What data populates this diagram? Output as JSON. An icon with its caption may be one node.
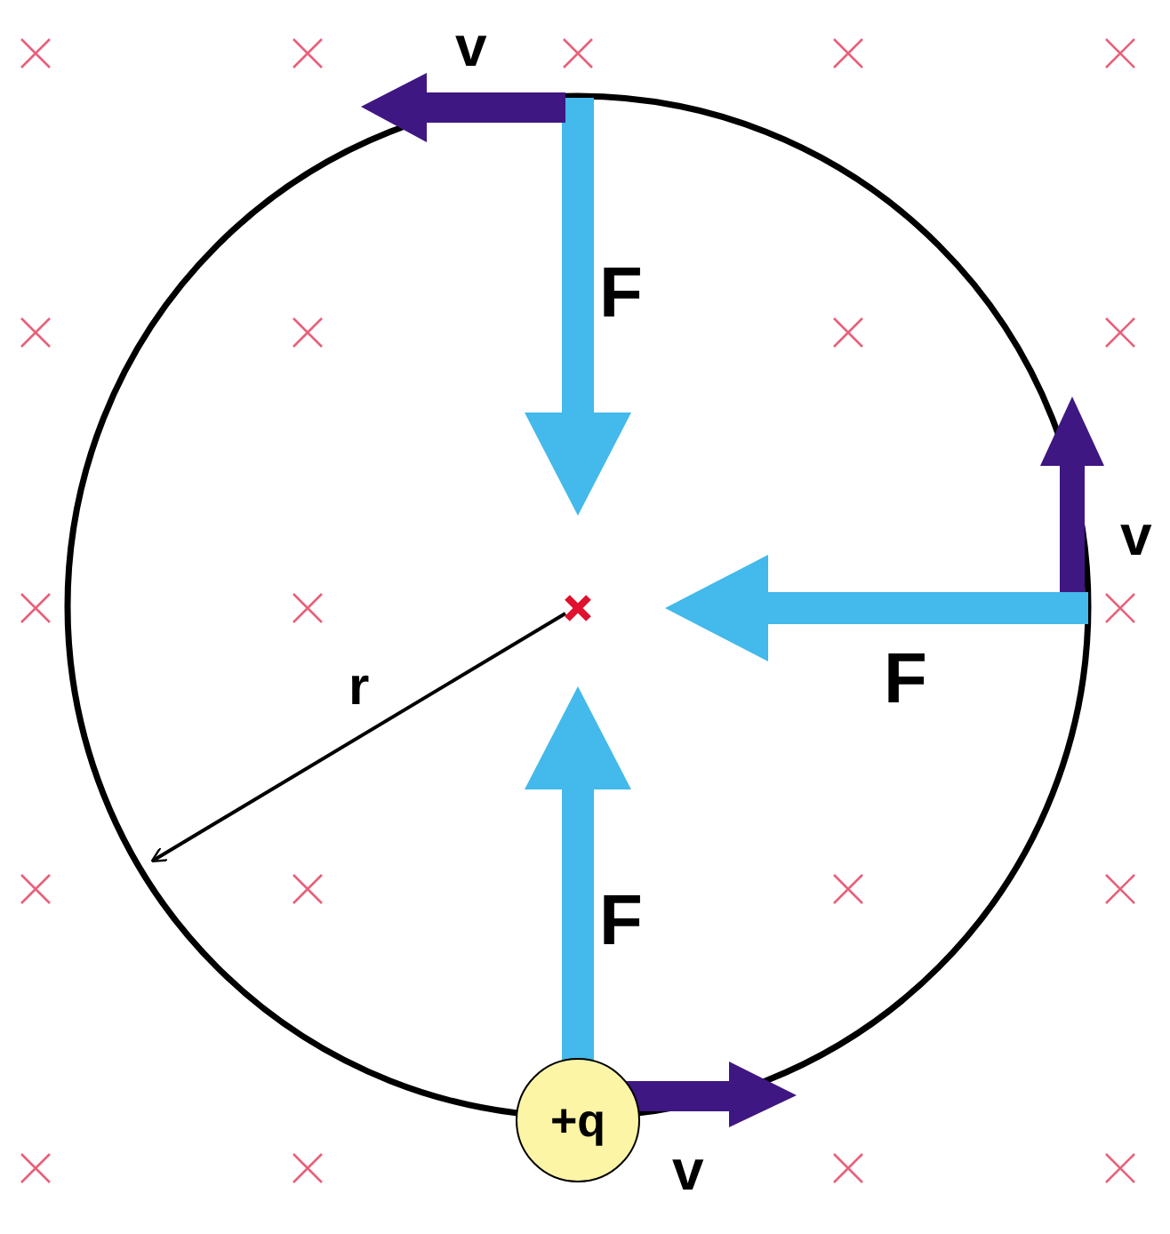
{
  "diagram": {
    "nodes": [
      {
        "text": [
          "+q"
        ]
      }
    ],
    "labels": [
      "v",
      "F",
      "v",
      "r",
      "F",
      "F",
      "v"
    ]
  }
}
